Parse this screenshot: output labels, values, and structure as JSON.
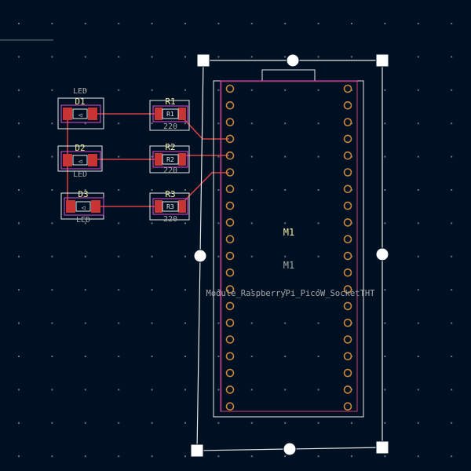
{
  "colors": {
    "background": "#001023",
    "grid_dot": "#6a7480",
    "pad": "#c83434",
    "pad_light": "#e86060",
    "silkscreen": "#f2eda1",
    "fab_text": "#a8a8a8",
    "courtyard": "#d84fd0",
    "track": "#d04040",
    "outline": "#e8e8e8",
    "hole_ring": "#c8873a"
  },
  "components": {
    "leds": [
      {
        "ref": "D1",
        "value": "LED",
        "pad_label": "◁"
      },
      {
        "ref": "D2",
        "value": "LED",
        "pad_label": "◁"
      },
      {
        "ref": "D3",
        "value": "LED",
        "pad_label": "◁"
      }
    ],
    "resistors": [
      {
        "ref": "R1",
        "value": "220",
        "pad_label": "R1"
      },
      {
        "ref": "R2",
        "value": "220",
        "pad_label": "R2"
      },
      {
        "ref": "R3",
        "value": "220",
        "pad_label": "R3"
      }
    ],
    "module": {
      "ref": "M1",
      "ref_fab": "M1",
      "footprint": "Module_RaspberryPi_PicoW_SocketTHT"
    }
  }
}
